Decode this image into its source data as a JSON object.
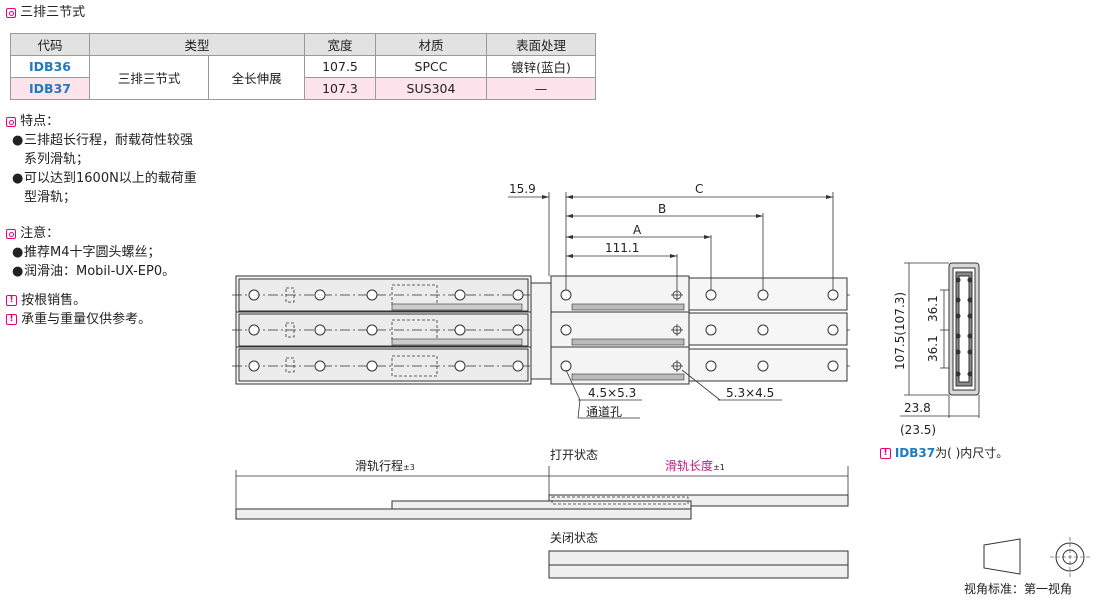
{
  "title": "三排三节式",
  "table": {
    "headers": [
      "代码",
      "类型",
      "宽度",
      "材质",
      "表面处理"
    ],
    "type_col1": "三排三节式",
    "type_col2": "全长伸展",
    "rows": [
      {
        "code": "IDB36",
        "width": "107.5",
        "material": "SPCC",
        "finish": "镀锌(蓝白)"
      },
      {
        "code": "IDB37",
        "width": "107.3",
        "material": "SUS304",
        "finish": "—"
      }
    ]
  },
  "features": {
    "heading": "特点：",
    "items": [
      "三排超长行程，耐载荷性较强",
      "系列滑轨；",
      "可以达到1600N以上的载荷重",
      "型滑轨；"
    ]
  },
  "notes": {
    "heading": "注意：",
    "items": [
      "推荐M4十字圆头螺丝；",
      "润滑油：Mobil-UX-EP0。"
    ]
  },
  "warnings": [
    "按根销售。",
    "承重与重量仅供参考。"
  ],
  "front_view": {
    "dim_15_9": "15.9",
    "dim_c": "C",
    "dim_b": "B",
    "dim_a": "A",
    "dim_111_1": "111.1",
    "hole_left": "4.5×5.3",
    "hole_right": "5.3×4.5",
    "hole_name": "通道孔"
  },
  "side_view": {
    "height": "107.5(107.3)",
    "pitch1": "36.1",
    "pitch2": "36.1",
    "width": "23.8",
    "width_alt": "(23.5)",
    "note_code": "IDB37",
    "note_text": "为( )内尺寸。"
  },
  "states": {
    "stroke_label": "滑轨行程",
    "stroke_tol": "±3",
    "open_label": "打开状态",
    "length_label": "滑轨长度",
    "length_tol": "±1",
    "closed_label": "关闭状态"
  },
  "projection": "视角标准：第一视角",
  "colors": {
    "accent": "#e6007e",
    "code_blue": "#1f7ac0",
    "row_pink": "#fde4ec",
    "header_gray": "#e2e2e2"
  }
}
